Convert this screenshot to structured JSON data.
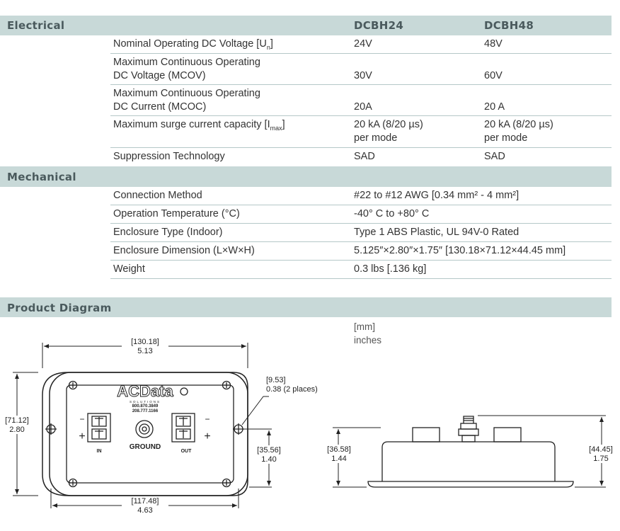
{
  "electrical": {
    "title": "Electrical",
    "col1": "DCBH24",
    "col2": "DCBH48",
    "rows": [
      {
        "label": "Nominal Operating DC Voltage [U",
        "label_sub": "n",
        "label_end": "]",
        "v1": "24V",
        "v2": "48V"
      },
      {
        "label_line1": "Maximum Continuous Operating",
        "label_line2": "DC Voltage (MCOV)",
        "v1": "30V",
        "v2": "60V"
      },
      {
        "label_line1": "Maximum Continuous Operating",
        "label_line2": "DC Current (MCOC)",
        "v1": "20A",
        "v2": "20 A"
      },
      {
        "label": "Maximum surge current capacity [I",
        "label_sub": "max",
        "label_end": "]",
        "v1_line1": "20 kA (8/20 µs)",
        "v1_line2": "per mode",
        "v2_line1": "20 kA (8/20 µs)",
        "v2_line2": "per mode"
      },
      {
        "label": "Suppression Technology",
        "v1": "SAD",
        "v2": "SAD"
      }
    ]
  },
  "mechanical": {
    "title": "Mechanical",
    "rows": [
      {
        "label": "Connection Method",
        "value": "#22 to #12 AWG [0.34 mm² - 4 mm²]"
      },
      {
        "label": "Operation Temperature (°C)",
        "value": "-40° C to +80° C"
      },
      {
        "label": "Enclosure Type (Indoor)",
        "value": "Type 1 ABS Plastic, UL 94V-0 Rated"
      },
      {
        "label": "Enclosure Dimension (L×W×H)",
        "value": "5.125″×2.80″×1.75″ [130.18×71.12×44.45 mm]"
      },
      {
        "label": "Weight",
        "value": "0.3 lbs [.136 kg]"
      }
    ]
  },
  "diagram": {
    "title": "Product Diagram",
    "units_mm": "[mm]",
    "units_in": "inches",
    "dim_width_mm": "[130.18]",
    "dim_width_in": "5.13",
    "dim_height_mm": "[71.12]",
    "dim_height_in": "2.80",
    "dim_hole_mm": "[9.53]",
    "dim_hole_in": "0.38 (2 places)",
    "dim_inner_h_mm": "[35.56]",
    "dim_inner_h_in": "1.40",
    "dim_inner_w_mm": "[117.48]",
    "dim_inner_w_in": "4.63",
    "dim_side_h_mm": "[36.58]",
    "dim_side_h_in": "1.44",
    "dim_total_h_mm": "[44.45]",
    "dim_total_h_in": "1.75",
    "logo_text": "ACData",
    "logo_sub": "SOLUTIONS",
    "phone1": "800.870.3849",
    "phone2": "208.777.1166",
    "ground_label": "GROUND",
    "in_label": "IN",
    "out_label": "OUT",
    "minus": "−",
    "plus": "+"
  }
}
